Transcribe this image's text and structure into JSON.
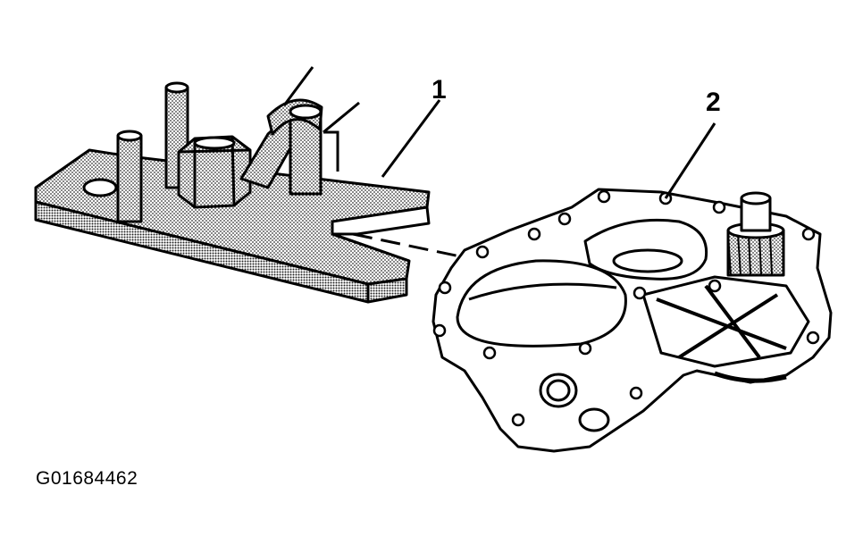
{
  "diagram": {
    "callouts": [
      {
        "id": "1",
        "text": "1"
      },
      {
        "id": "2",
        "text": "2"
      }
    ],
    "figure_id": "G01684462",
    "colors": {
      "ink": "#000000",
      "paper": "#ffffff",
      "stipple": "#555555"
    }
  }
}
